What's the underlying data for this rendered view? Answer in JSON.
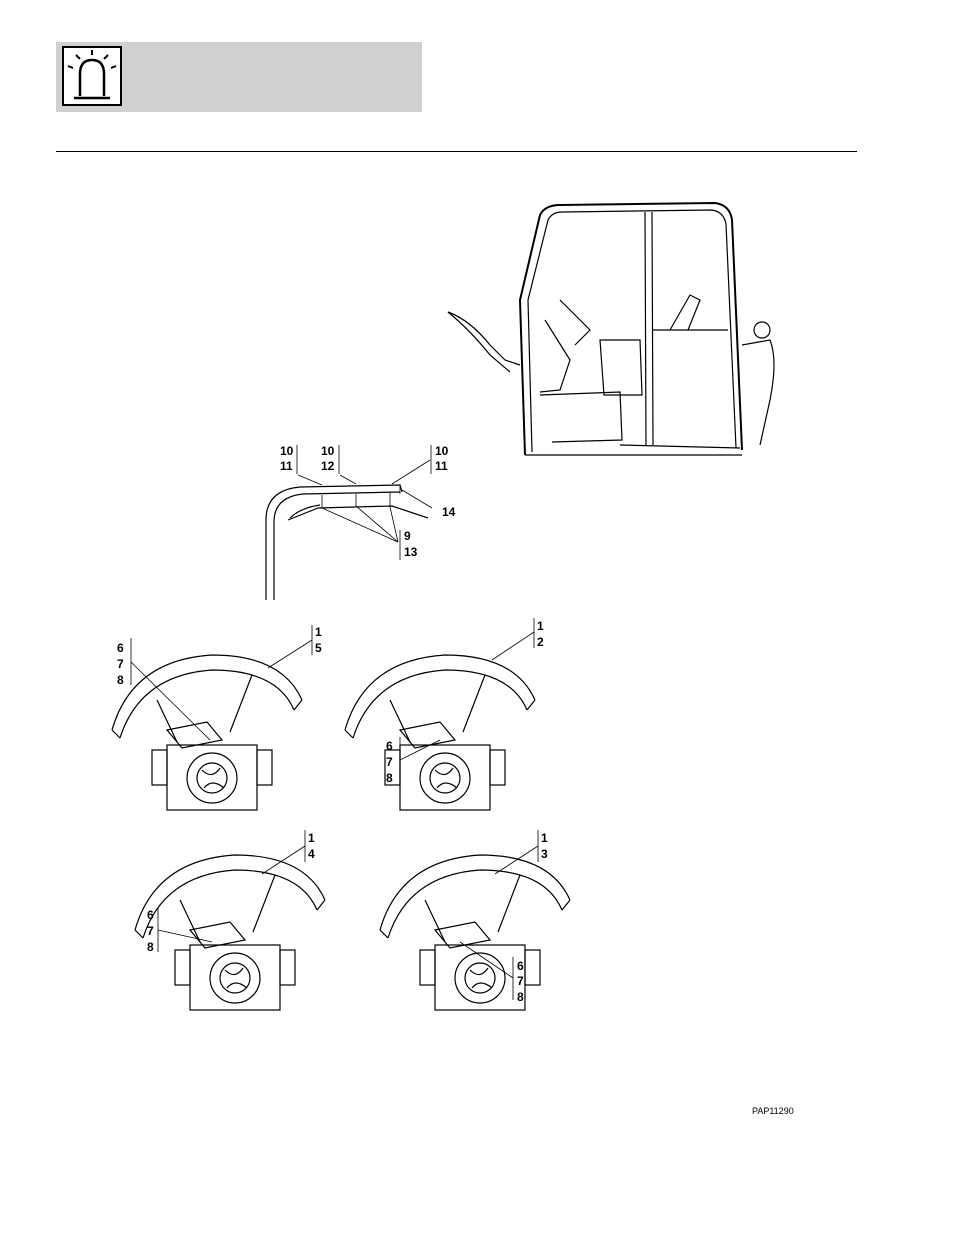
{
  "header": {
    "icon": "beacon-light-icon"
  },
  "callouts": {
    "roof": [
      {
        "top": "10",
        "bottom": "11"
      },
      {
        "top": "10",
        "bottom": "12"
      },
      {
        "top": "10",
        "bottom": "11"
      },
      {
        "top": "9",
        "bottom": "13"
      },
      {
        "single": "14"
      }
    ],
    "fender_top_left": {
      "stack": [
        "6",
        "7",
        "8"
      ],
      "pair": [
        "1",
        "5"
      ]
    },
    "fender_top_right": {
      "stack": [
        "6",
        "7",
        "8"
      ],
      "pair": [
        "1",
        "2"
      ]
    },
    "fender_bottom_left": {
      "stack": [
        "6",
        "7",
        "8"
      ],
      "pair": [
        "1",
        "4"
      ]
    },
    "fender_bottom_right": {
      "stack": [
        "6",
        "7",
        "8"
      ],
      "pair": [
        "1",
        "3"
      ]
    }
  },
  "figure_code": "PAP11290"
}
